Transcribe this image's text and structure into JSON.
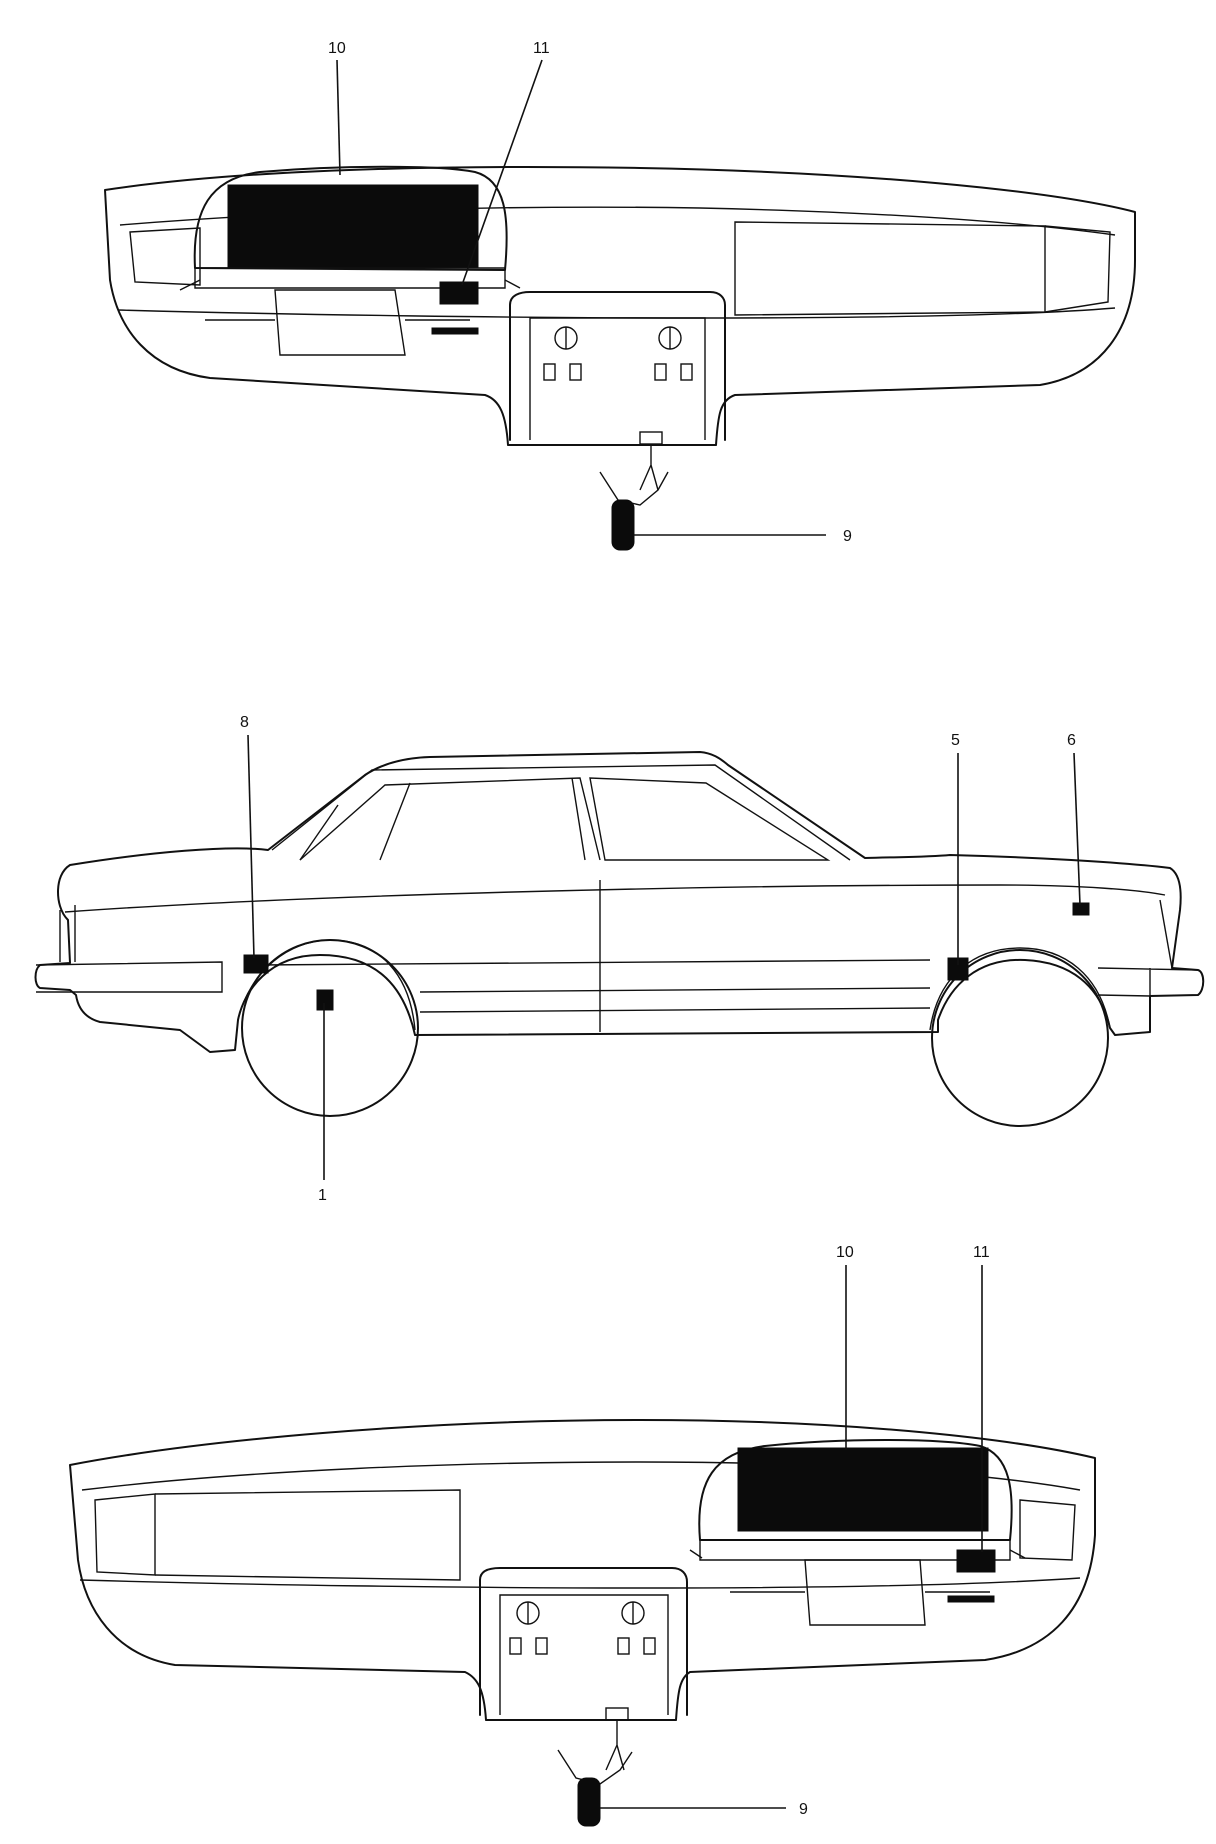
{
  "callouts": {
    "top_dash": {
      "screen": "10",
      "switch": "11",
      "pedal": "9"
    },
    "car": {
      "front_bumper": "8",
      "front_wheel": "1",
      "rear_wheel": "5",
      "rear_wing": "6"
    },
    "bottom_dash": {
      "screen": "10",
      "switch": "11",
      "pedal": "9"
    }
  }
}
